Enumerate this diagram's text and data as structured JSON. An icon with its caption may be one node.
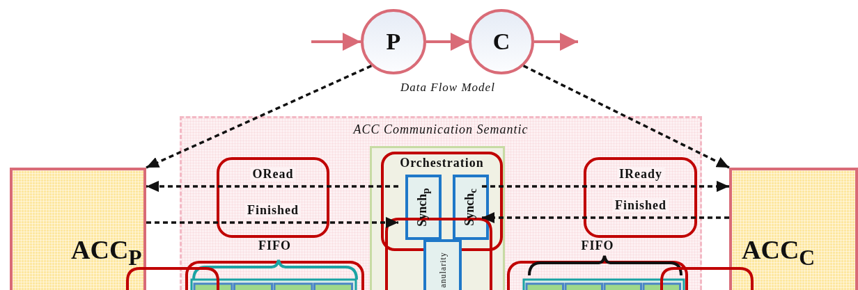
{
  "diagram": {
    "nodes": [
      {
        "text": [
          "P"
        ]
      },
      {
        "text": [
          "C"
        ]
      },
      {
        "text": [
          "ACC Communication Semantic"
        ]
      },
      {
        "text": [],
        "shape": "box",
        "in": 2
      },
      {
        "text": [
          "Orchestration"
        ],
        "in": 3
      },
      {
        "text": [
          "Synch$_{p}$"
        ],
        "in": 4
      },
      {
        "text": [
          "Synch$_{c}$"
        ],
        "in": 4
      },
      {
        "text": [
          "ACC$_{P}$"
        ]
      },
      {
        "text": [
          "ACC$_{C}$"
        ]
      },
      {
        "text": [
          "FIFO"
        ],
        "in": 2
      },
      {
        "text": [
          "FIFO"
        ],
        "in": 2
      },
      {
        "text": [
          "anularity"
        ],
        "in": 3
      }
    ],
    "edges": [
      {
        "from": null,
        "to": 0,
        "arrow": "to",
        "color": "#d96b77"
      },
      {
        "from": 0,
        "to": 1,
        "arrow": "to",
        "color": "#d96b77"
      },
      {
        "from": 1,
        "to": null,
        "arrow": "to",
        "color": "#d96b77"
      },
      {
        "from": 0,
        "to": 7,
        "arrow": "to",
        "style": "dashed"
      },
      {
        "from": 1,
        "to": 8,
        "arrow": "to",
        "style": "dashed"
      },
      {
        "from": 5,
        "to": 7,
        "label": "ORead",
        "arrow": "to",
        "style": "dashed"
      },
      {
        "from": 7,
        "to": 5,
        "label": "Finished",
        "arrow": "to",
        "style": "dashed"
      },
      {
        "from": 6,
        "to": 8,
        "label": "IReady",
        "arrow": "to",
        "style": "dashed"
      },
      {
        "from": 8,
        "to": 6,
        "label": "Finished",
        "arrow": "to",
        "style": "dashed"
      }
    ],
    "labels": [
      "Data Flow Model"
    ]
  }
}
